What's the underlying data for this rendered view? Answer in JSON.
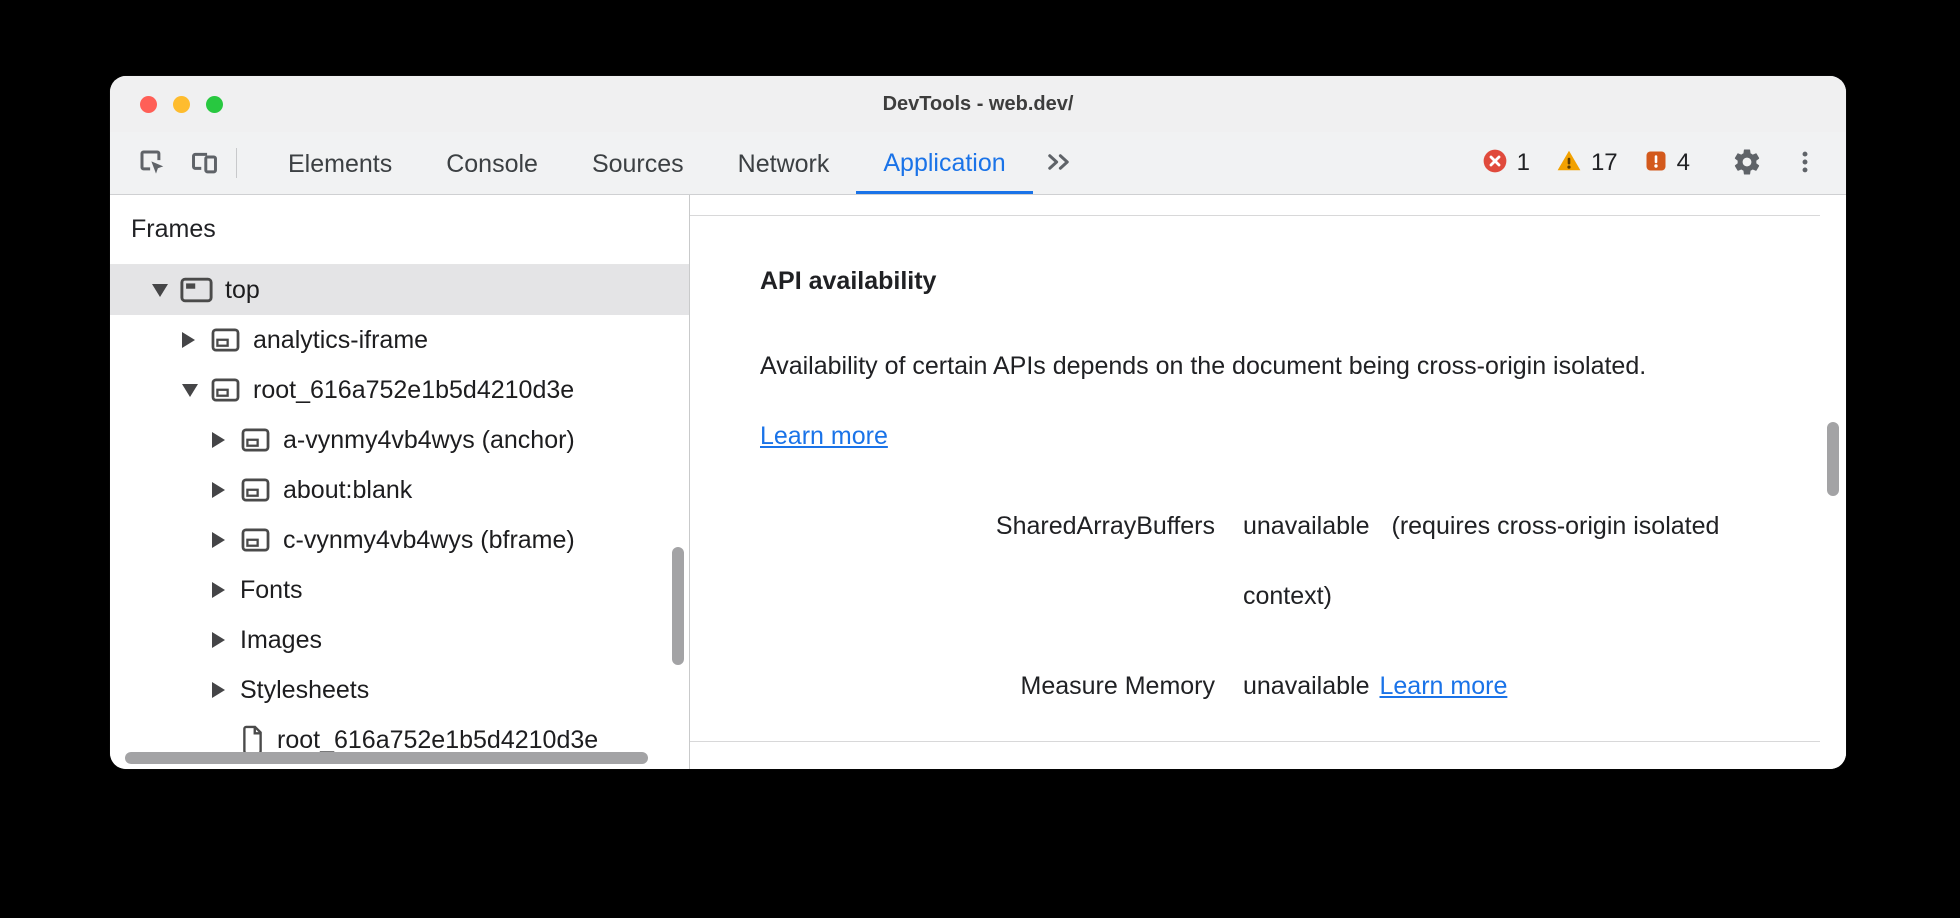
{
  "window": {
    "title": "DevTools - web.dev/",
    "traffic_lights": [
      "close",
      "minimize",
      "zoom"
    ]
  },
  "toolbar": {
    "inspect_icon": "inspect-cursor-icon",
    "device_icon": "toggle-device-toolbar-icon",
    "tabs": [
      {
        "label": "Elements",
        "active": false
      },
      {
        "label": "Console",
        "active": false
      },
      {
        "label": "Sources",
        "active": false
      },
      {
        "label": "Network",
        "active": false
      },
      {
        "label": "Application",
        "active": true
      }
    ],
    "more_tabs_icon": "double-chevron-right-icon",
    "status": {
      "errors": "1",
      "warnings": "17",
      "issues": "4"
    },
    "settings_icon": "gear-icon",
    "menu_icon": "kebab-menu-icon"
  },
  "sidebar": {
    "header": "Frames",
    "tree": [
      {
        "label": "top",
        "level": 0,
        "twisty": "open",
        "icon": "top-frame",
        "selected": true
      },
      {
        "label": "analytics-iframe",
        "level": 1,
        "twisty": "closed",
        "icon": "iframe"
      },
      {
        "label": "root_616a752e1b5d4210d3e",
        "level": 1,
        "twisty": "open",
        "icon": "iframe"
      },
      {
        "label": "a-vynmy4vb4wys (anchor)",
        "level": 2,
        "twisty": "closed",
        "icon": "iframe"
      },
      {
        "label": "about:blank",
        "level": 2,
        "twisty": "closed",
        "icon": "iframe"
      },
      {
        "label": "c-vynmy4vb4wys (bframe)",
        "level": 2,
        "twisty": "closed",
        "icon": "iframe"
      },
      {
        "label": "Fonts",
        "level": 2,
        "twisty": "closed",
        "icon": null
      },
      {
        "label": "Images",
        "level": 2,
        "twisty": "closed",
        "icon": null
      },
      {
        "label": "Stylesheets",
        "level": 2,
        "twisty": "closed",
        "icon": null
      },
      {
        "label": "root_616a752e1b5d4210d3e",
        "level": 2,
        "twisty": null,
        "icon": "document"
      }
    ]
  },
  "main": {
    "section_title": "API availability",
    "description": "Availability of certain APIs depends on the document being cross-origin isolated.",
    "description_link": "Learn more",
    "rows": [
      {
        "label": "SharedArrayBuffers",
        "value": "unavailable",
        "note": "(requires cross-origin isolated context)"
      },
      {
        "label": "Measure Memory",
        "value": "unavailable",
        "link": "Learn more"
      }
    ]
  },
  "colors": {
    "accent": "#1a73e8",
    "error": "#e04a3c",
    "warning": "#f2a100",
    "issues": "#d3591c",
    "selection": "#e4e4e6"
  }
}
